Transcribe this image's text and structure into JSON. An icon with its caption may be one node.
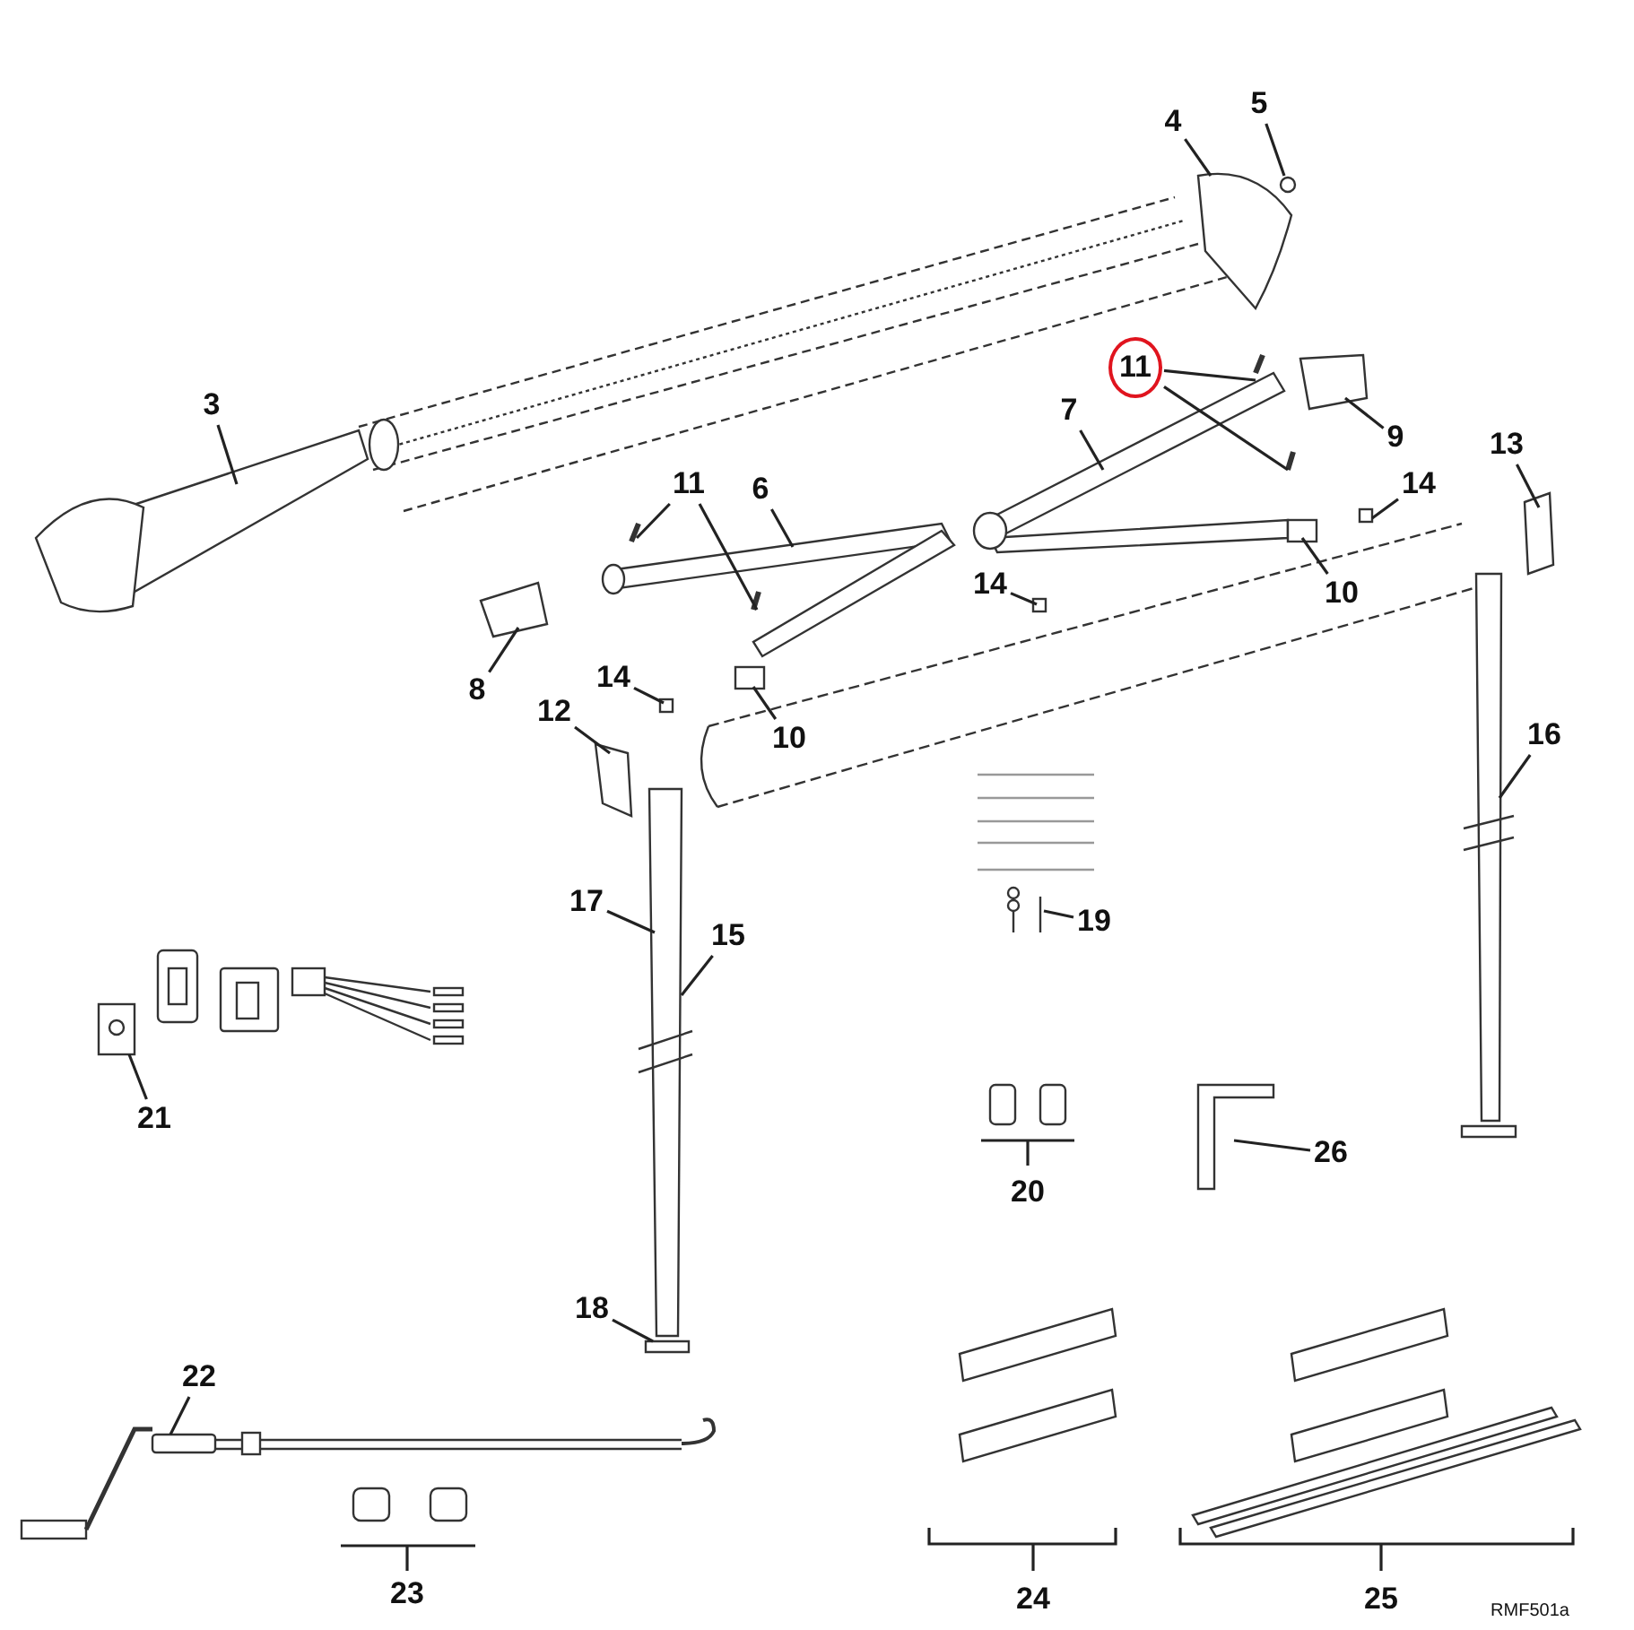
{
  "diagram": {
    "nodes": [
      {
        "text": [
          "5"
        ]
      },
      {
        "text": [
          "4"
        ]
      },
      {
        "text": [
          "11"
        ]
      },
      {
        "text": [
          "9"
        ]
      },
      {
        "text": [
          "3"
        ]
      },
      {
        "text": [
          "7"
        ]
      },
      {
        "text": [
          "11"
        ]
      },
      {
        "text": [
          "6"
        ]
      },
      {
        "text": [
          "13"
        ]
      },
      {
        "text": [
          "14"
        ]
      },
      {
        "text": [
          "14"
        ]
      },
      {
        "text": [
          "10"
        ]
      },
      {
        "text": [
          "8"
        ]
      },
      {
        "text": [
          "14"
        ]
      },
      {
        "text": [
          "10"
        ]
      },
      {
        "text": [
          "12"
        ]
      },
      {
        "text": [
          "16"
        ]
      },
      {
        "text": [
          "17"
        ]
      },
      {
        "text": [
          "15"
        ]
      },
      {
        "text": [
          "19"
        ]
      },
      {
        "text": [
          "21"
        ]
      },
      {
        "text": [
          "18"
        ]
      },
      {
        "text": [
          "26"
        ]
      },
      {
        "text": [
          "22"
        ]
      }
    ],
    "edges": [
      {
        "from": 0,
        "to": null,
        "arrow": "none"
      },
      {
        "from": 1,
        "to": null,
        "arrow": "none"
      },
      {
        "from": 2,
        "to": null,
        "arrow": "none"
      },
      {
        "from": 2,
        "to": null,
        "arrow": "none"
      },
      {
        "from": 3,
        "to": null,
        "arrow": "none"
      },
      {
        "from": 4,
        "to": null,
        "arrow": "none"
      },
      {
        "from": 5,
        "to": null,
        "arrow": "none"
      },
      {
        "from": 6,
        "to": null,
        "arrow": "none"
      },
      {
        "from": 6,
        "to": null,
        "arrow": "none"
      },
      {
        "from": 7,
        "to": null,
        "arrow": "none"
      },
      {
        "from": 8,
        "to": null,
        "arrow": "none"
      },
      {
        "from": 9,
        "to": null,
        "arrow": "none"
      },
      {
        "from": 10,
        "to": null,
        "arrow": "none"
      },
      {
        "from": 11,
        "to": null,
        "arrow": "none"
      },
      {
        "from": 12,
        "to": null,
        "arrow": "none"
      },
      {
        "from": 13,
        "to": null,
        "arrow": "none"
      },
      {
        "from": 14,
        "to": null,
        "arrow": "none"
      },
      {
        "from": 15,
        "to": null,
        "arrow": "none"
      },
      {
        "from": 16,
        "to": null,
        "arrow": "none"
      },
      {
        "from": 17,
        "to": null,
        "arrow": "none"
      },
      {
        "from": 18,
        "to": null,
        "arrow": "none"
      },
      {
        "from": 19,
        "to": null,
        "arrow": "none"
      },
      {
        "from": 20,
        "to": null,
        "arrow": "none"
      },
      {
        "from": 21,
        "to": null,
        "arrow": "none"
      },
      {
        "from": 22,
        "to": null,
        "arrow": "none"
      },
      {
        "from": 23,
        "to": null,
        "arrow": "none"
      }
    ],
    "labels": [
      "20",
      "23",
      "24",
      "25",
      "RMF501a"
    ]
  }
}
